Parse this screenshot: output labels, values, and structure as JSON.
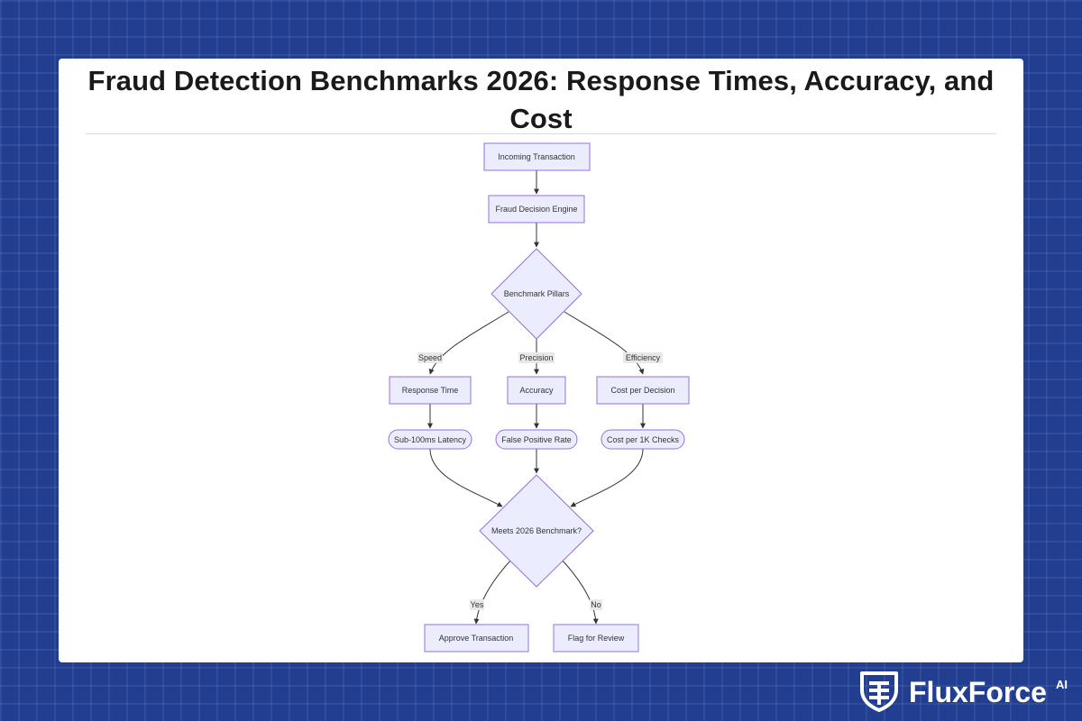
{
  "title": "Fraud Detection Benchmarks 2026: Response Times, Accuracy, and Cost",
  "brand": {
    "name": "FluxForce",
    "suffix": "AI",
    "logo_icon": "shield-icon"
  },
  "colors": {
    "background": "#213e90",
    "node_fill": "#ECECFF",
    "node_stroke": "#9370DB",
    "edge": "#333333"
  },
  "nodes": {
    "incoming": "Incoming Transaction",
    "engine": "Fraud Decision Engine",
    "pillars": "Benchmark Pillars",
    "response_time": "Response Time",
    "accuracy": "Accuracy",
    "cost_decision": "Cost per Decision",
    "latency": "Sub-100ms Latency",
    "fpr": "False Positive Rate",
    "cost_1k": "Cost per 1K Checks",
    "meets": "Meets 2026 Benchmark?",
    "approve": "Approve Transaction",
    "flag": "Flag for Review"
  },
  "edges": {
    "speed": "Speed",
    "precision": "Precision",
    "efficiency": "Efficiency",
    "yes": "Yes",
    "no": "No"
  }
}
